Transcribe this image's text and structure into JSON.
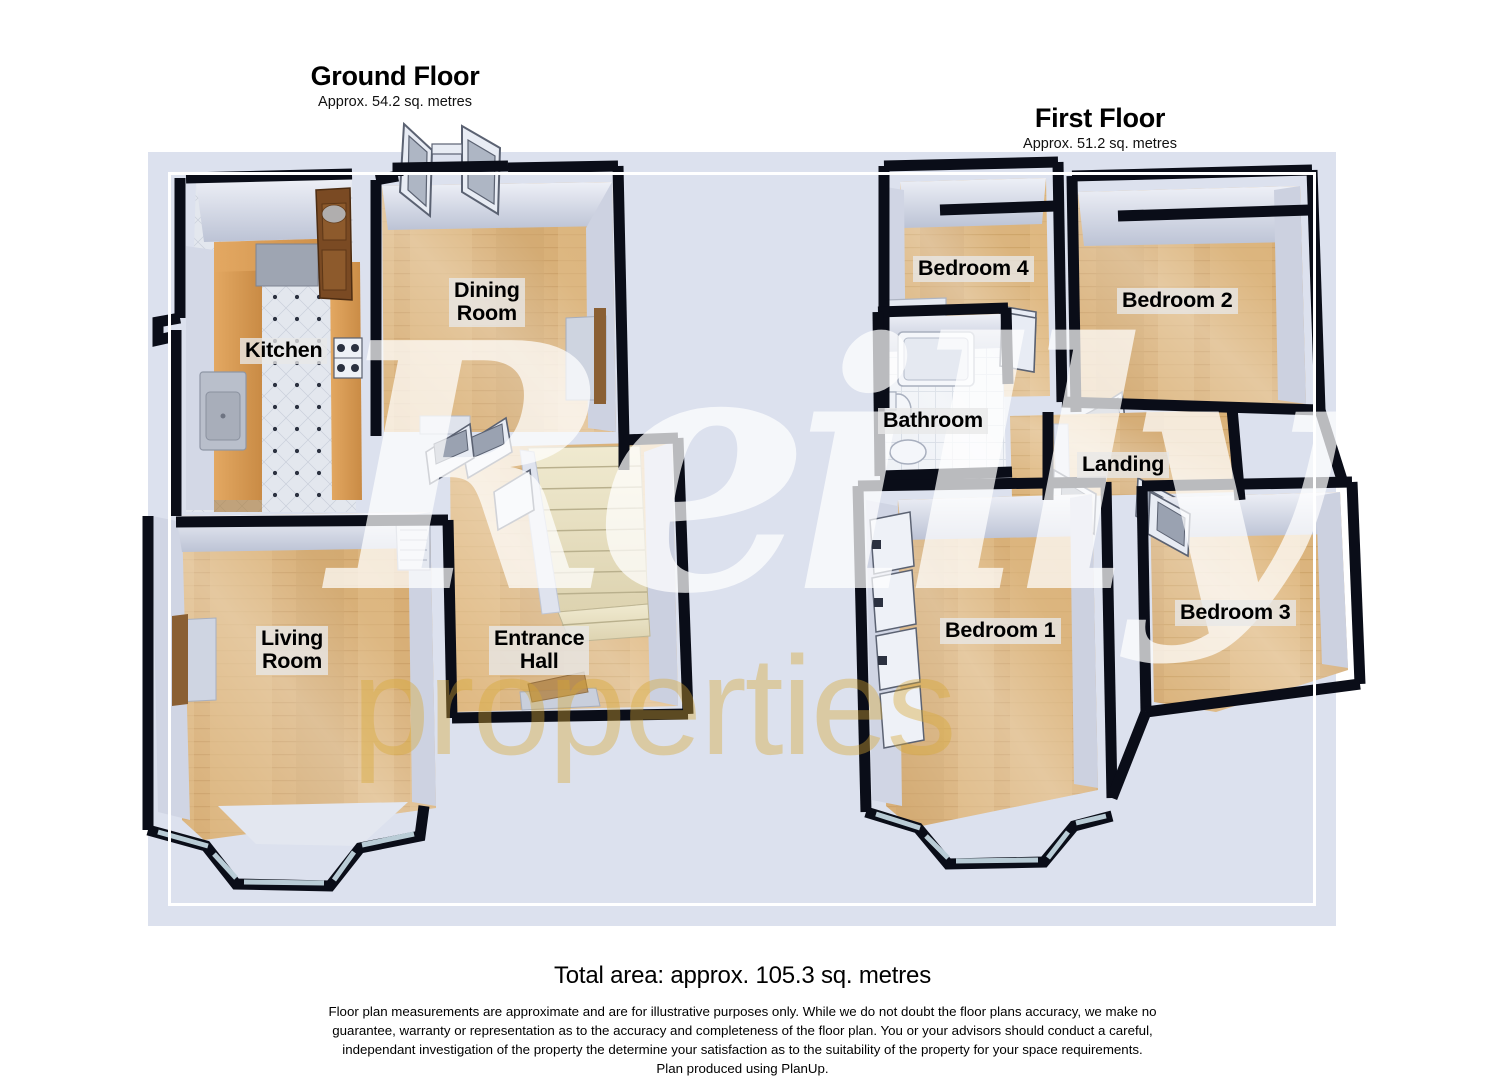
{
  "floors": [
    {
      "id": "ground",
      "title": "Ground Floor",
      "area": "Approx. 54.2 sq. metres"
    },
    {
      "id": "first",
      "title": "First Floor",
      "area": "Approx. 51.2 sq. metres"
    }
  ],
  "rooms": {
    "ground": [
      {
        "name": "kitchen",
        "label": "Kitchen",
        "floor_type": "tile"
      },
      {
        "name": "dining-room",
        "label": "Dining\nRoom",
        "floor_type": "wood"
      },
      {
        "name": "living-room",
        "label": "Living\nRoom",
        "floor_type": "wood"
      },
      {
        "name": "entrance-hall",
        "label": "Entrance\nHall",
        "floor_type": "wood"
      }
    ],
    "first": [
      {
        "name": "bedroom-4",
        "label": "Bedroom 4",
        "floor_type": "wood"
      },
      {
        "name": "bedroom-2",
        "label": "Bedroom 2",
        "floor_type": "wood"
      },
      {
        "name": "bathroom",
        "label": "Bathroom",
        "floor_type": "tile"
      },
      {
        "name": "landing",
        "label": "Landing",
        "floor_type": "wood"
      },
      {
        "name": "bedroom-1",
        "label": "Bedroom 1",
        "floor_type": "wood"
      },
      {
        "name": "bedroom-3",
        "label": "Bedroom 3",
        "floor_type": "wood"
      }
    ]
  },
  "footer": {
    "total_area": "Total area: approx. 105.3 sq. metres",
    "disclaimer_lines": [
      "Floor plan measurements are approximate and are for illustrative purposes only. While we do not doubt the floor plans accuracy, we make no",
      "guarantee, warranty or representation as to the accuracy and completeness of the floor plan. You or your advisors should conduct a careful,",
      "independant investigation of the property the determine your satisfaction as to the suitability of the property for your space requirements.",
      "Plan produced using PlanUp."
    ]
  },
  "watermark": {
    "script_text": "Reilly",
    "sub_text": "properties"
  },
  "colors": {
    "panel_background": "#dce1ee",
    "page_background": "#ffffff",
    "wall_outline": "#0a0d18",
    "wall_face": "#c9cede",
    "wood_floor": "#d2a96e",
    "tile_floor": "#dfe3ea",
    "frame": "#ffffff",
    "watermark_gold": "#d6a832"
  }
}
